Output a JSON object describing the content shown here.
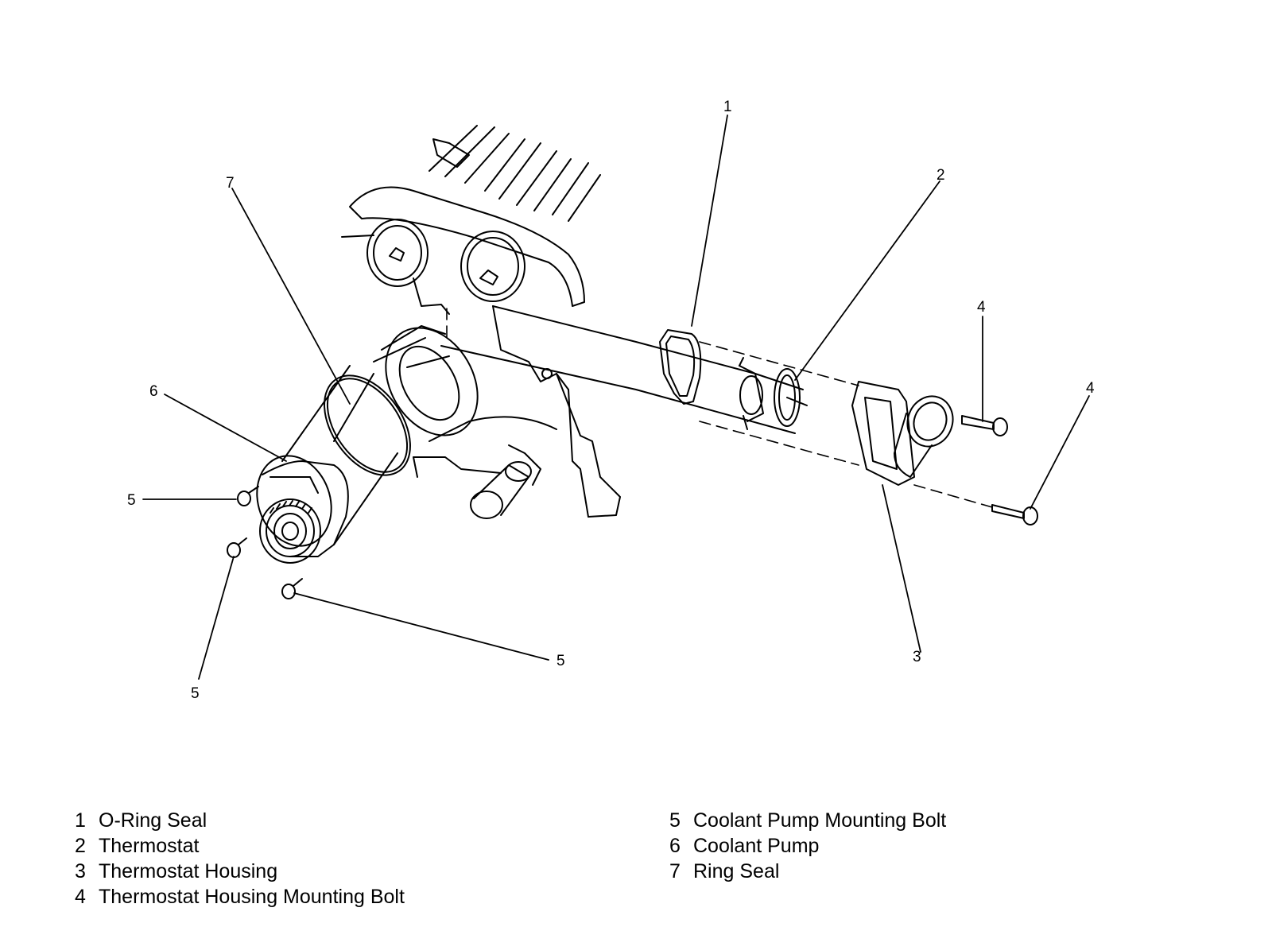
{
  "callouts": {
    "c1": "1",
    "c2": "2",
    "c3": "3",
    "c4a": "4",
    "c4b": "4",
    "c5a": "5",
    "c5b": "5",
    "c5c": "5",
    "c6": "6",
    "c7": "7"
  },
  "legend": {
    "left": [
      {
        "num": "1",
        "label": "O-Ring Seal"
      },
      {
        "num": "2",
        "label": "Thermostat"
      },
      {
        "num": "3",
        "label": "Thermostat Housing"
      },
      {
        "num": "4",
        "label": "Thermostat Housing Mounting Bolt"
      }
    ],
    "right": [
      {
        "num": "5",
        "label": "Coolant Pump Mounting Bolt"
      },
      {
        "num": "6",
        "label": "Coolant Pump"
      },
      {
        "num": "7",
        "label": "Ring Seal"
      }
    ]
  }
}
